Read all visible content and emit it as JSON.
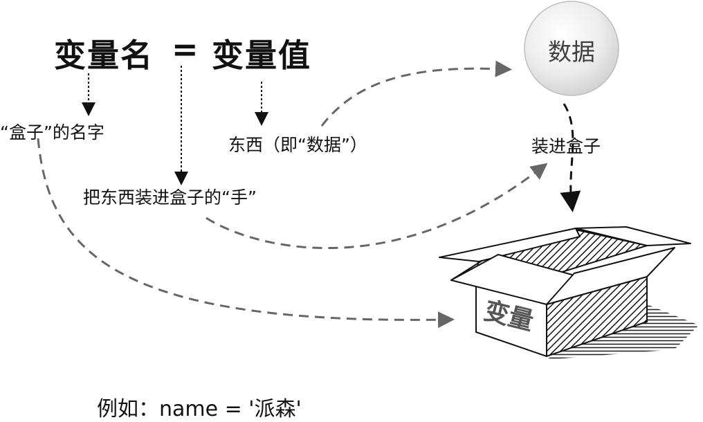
{
  "equation": {
    "left": "变量名",
    "sign": "=",
    "right": "变量值"
  },
  "labels": {
    "box_name": "“盒子”的名字",
    "hand": "把东西装进盒子的“手”",
    "thing": "东西（即“数据”）",
    "put_in_box": "装进盒子"
  },
  "circle": {
    "label": "数据"
  },
  "box": {
    "label": "变量"
  },
  "example": "例如：name = '派森'",
  "colors": {
    "text": "#111111",
    "arrow": "#666666",
    "circle_fill": "#e6e6e6"
  }
}
